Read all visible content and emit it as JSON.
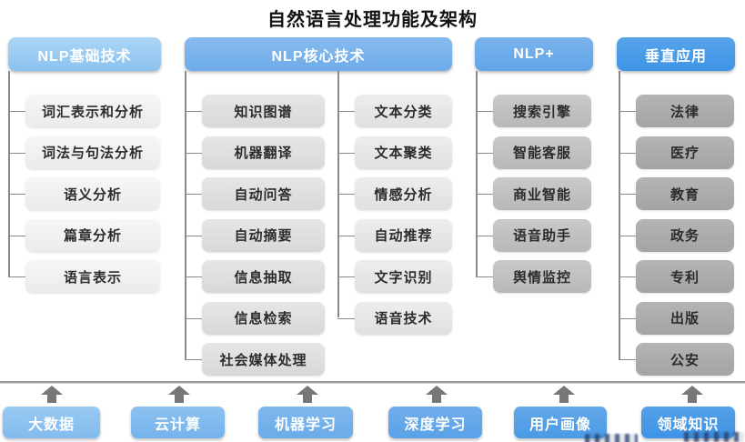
{
  "title": "自然语言处理功能及架构",
  "columns": [
    {
      "header": "NLP基础技术",
      "items": [
        "词汇表示和分析",
        "词法与句法分析",
        "语义分析",
        "篇章分析",
        "语言表示"
      ]
    },
    {
      "header": "NLP核心技术",
      "items_left": [
        "知识图谱",
        "机器翻译",
        "自动问答",
        "自动摘要",
        "信息抽取",
        "信息检索",
        "社会媒体处理"
      ],
      "items_right": [
        "文本分类",
        "文本聚类",
        "情感分析",
        "自动推荐",
        "文字识别",
        "语音技术"
      ]
    },
    {
      "header": "NLP+",
      "items": [
        "搜索引擎",
        "智能客服",
        "商业智能",
        "语音助手",
        "舆情监控"
      ]
    },
    {
      "header": "垂直应用",
      "items": [
        "法律",
        "医疗",
        "教育",
        "政务",
        "专利",
        "出版",
        "公安"
      ]
    }
  ],
  "foundation": {
    "items": [
      "大数据",
      "云计算",
      "机器学习",
      "深度学习",
      "用户画像",
      "领域知识"
    ]
  },
  "colors": {
    "header_blues": [
      "#8cc2ef",
      "#6dabe9",
      "#61a5e8",
      "#3d94e6"
    ],
    "foundation_blues": [
      "#82bbee",
      "#76b3ec",
      "#6aabe9",
      "#5aa1e8",
      "#4c9ae6",
      "#3f93e5"
    ],
    "item_grays": [
      "#ebebeb",
      "#d8d8d8",
      "#e0e0e0",
      "#b8b8b8",
      "#a4a4a4"
    ],
    "connector_gray": "#8a8a8a",
    "arrow_gray": "#777777",
    "text_dark": "#2c2c2c",
    "text_white": "#ffffff"
  }
}
